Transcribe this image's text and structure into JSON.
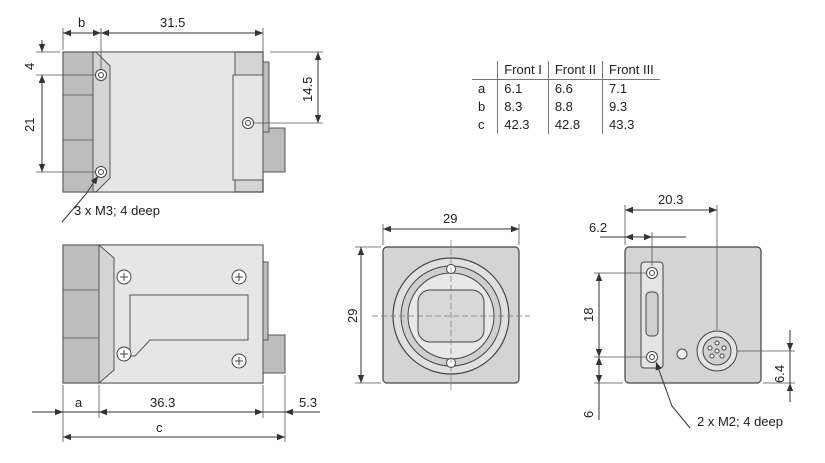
{
  "dimensions": {
    "top_b": "b",
    "top_width": "31.5",
    "top_4": "4",
    "top_21": "21",
    "top_14_5": "14.5",
    "side_a": "a",
    "side_36_3": "36.3",
    "side_5_3": "5.3",
    "side_c": "c",
    "front_29_w": "29",
    "front_29_h": "29",
    "rear_20_3": "20.3",
    "rear_6_2": "6.2",
    "rear_18": "18",
    "rear_6": "6",
    "rear_6_4": "6.4"
  },
  "callouts": {
    "m3": "3 x M3; 4 deep",
    "m2": "2 x M2; 4 deep"
  },
  "table": {
    "headers": [
      "",
      "Front I",
      "Front II",
      "Front III"
    ],
    "rows": [
      [
        "a",
        "6.1",
        "6.6",
        "7.1"
      ],
      [
        "b",
        "8.3",
        "8.8",
        "9.3"
      ],
      [
        "c",
        "42.3",
        "42.8",
        "43.3"
      ]
    ]
  }
}
